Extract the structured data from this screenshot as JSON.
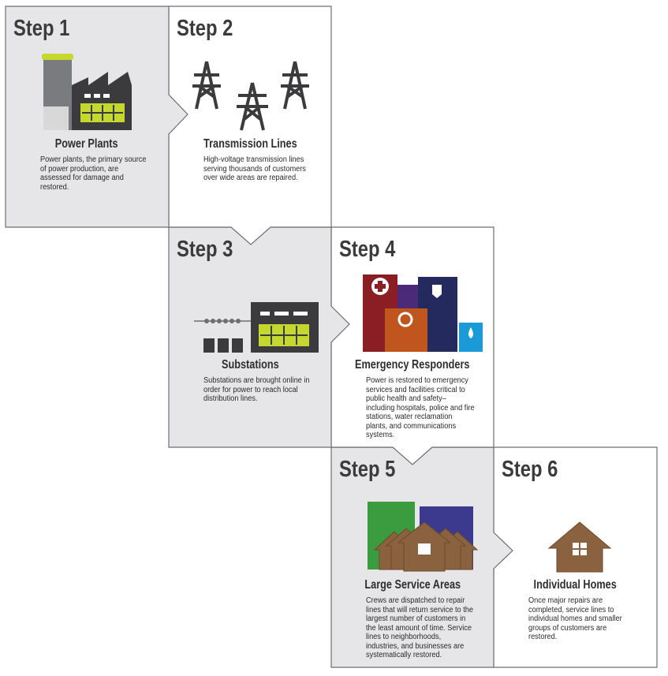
{
  "colors": {
    "gray_panel": "#e6e6e8",
    "border": "#6d6e71",
    "lime": "#c4d82e",
    "dark": "#3b3b3d"
  },
  "steps": [
    {
      "step": "Step 1",
      "title": "Power Plants",
      "desc": "Power plants, the primary source of power production, are assessed for damage and restored.",
      "icon": "power-plant-icon"
    },
    {
      "step": "Step 2",
      "title": "Transmission Lines",
      "desc": "High-voltage transmission lines serving thousands of customers over wide areas are repaired.",
      "icon": "transmission-tower-icon"
    },
    {
      "step": "Step 3",
      "title": "Substations",
      "desc": "Substations are brought online in order for power to reach local distribution lines.",
      "icon": "substation-icon"
    },
    {
      "step": "Step 4",
      "title": "Emergency Responders",
      "desc": "Power is restored to emergency services and facilities critical to public health and safety–including hospitals, police and fire stations, water reclamation plants, and communications systems.",
      "icon": "emergency-buildings-icon"
    },
    {
      "step": "Step 5",
      "title": "Large Service Areas",
      "desc": "Crews are dispatched to repair lines that will return service to the largest number of customers in the least amount of time. Service lines to neighborhoods, industries, and businesses are systematically restored.",
      "icon": "neighborhood-icon"
    },
    {
      "step": "Step 6",
      "title": "Individual Homes",
      "desc": "Once major repairs are completed, service lines to individual homes and smaller groups of customers are restored.",
      "icon": "house-icon"
    }
  ]
}
